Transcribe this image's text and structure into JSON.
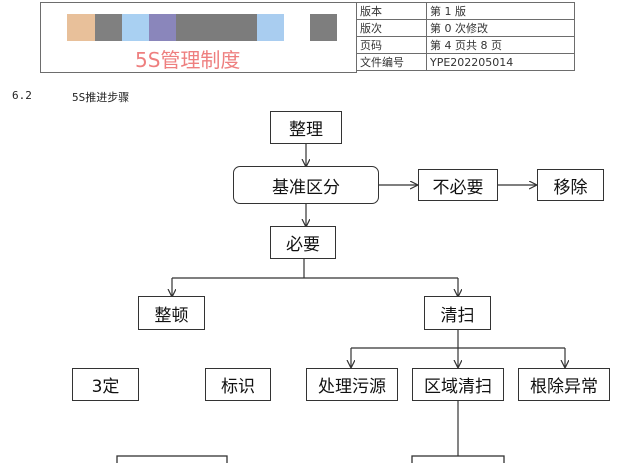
{
  "header": {
    "doc_title": "5S管理制度",
    "logo_colors": [
      "#e8c09a",
      "#808080",
      "#a9d0f2",
      "#8a86bb",
      "#7c7c7c",
      "#7c7c7c",
      "#a9cdf0",
      "#ffffff",
      "#7e7e7e"
    ],
    "meta": [
      {
        "key": "版本",
        "value": "第 1 版"
      },
      {
        "key": "版次",
        "value": "第 0 次修改"
      },
      {
        "key": "页码",
        "value": "第 4 页共 8 页"
      },
      {
        "key": "文件编号",
        "value": "YPE202205014"
      }
    ]
  },
  "section": {
    "number": "6.2",
    "title": "5S推进步骤"
  },
  "flow": {
    "zhengli": "整理",
    "jizhun": "基准区分",
    "buyao": "不必要",
    "yichu": "移除",
    "biyao": "必要",
    "zhengdun": "整顿",
    "qingsao": "清扫",
    "sanding": "3定",
    "biaoshi": "标识",
    "chuli": "处理污源",
    "quyu": "区域清扫",
    "genchu": "根除异常"
  }
}
